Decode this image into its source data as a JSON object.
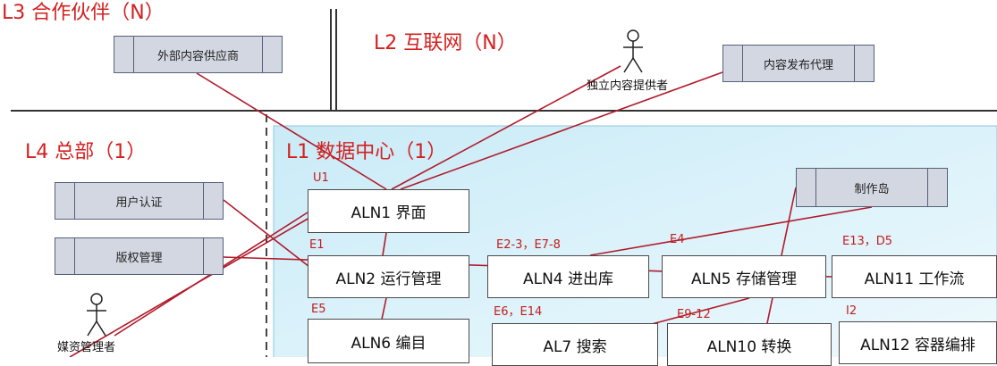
{
  "zones": {
    "l3": "L3 合作伙伴（N）",
    "l2": "L2 互联网（N）",
    "l4": "L4 总部（1）",
    "l1": "L1 数据中心（1）"
  },
  "external": {
    "content_provider_firm": "外部内容供应商",
    "publish_agent": "内容发布代理",
    "user_auth": "用户认证",
    "rights_mgmt": "版权管理",
    "studio": "制作岛"
  },
  "actors": {
    "independent_provider": "独立内容提供者",
    "media_manager": "媒资管理者"
  },
  "tags": {
    "u1": "U1",
    "e1": "E1",
    "e2_e7": "E2-3，E7-8",
    "e4": "E4",
    "e13_d5": "E13，D5",
    "e5": "E5",
    "e6_e14": "E6，E14",
    "e9_12": "E9-12",
    "i2": "I2"
  },
  "modules": {
    "aln1": "ALN1 界面",
    "aln2": "ALN2 运行管理",
    "aln4": "ALN4 进出库",
    "aln5": "ALN5 存储管理",
    "aln11": "ALN11 工作流",
    "aln6": "ALN6 编目",
    "al7": "AL7 搜索",
    "aln10": "ALN10 转换",
    "aln12": "ALN12 容器编排"
  },
  "colors": {
    "zone_label": "#d42020",
    "connector": "#b01a2a",
    "datacenter_fill": "#dff3fa",
    "external_fill": "#d3d7e1"
  }
}
